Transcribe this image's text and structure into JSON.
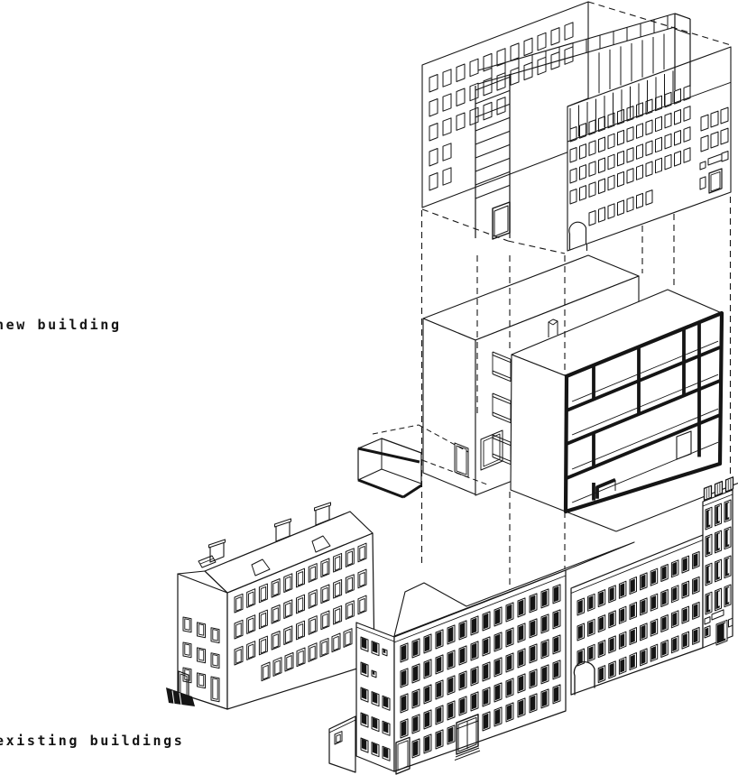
{
  "figure": {
    "type": "axonometric-exploded-architecture-diagram",
    "labels": {
      "new_building": "new building",
      "existing_buildings": "existing buildings"
    },
    "colors": {
      "ink": "#151515",
      "background": "#ffffff"
    }
  }
}
